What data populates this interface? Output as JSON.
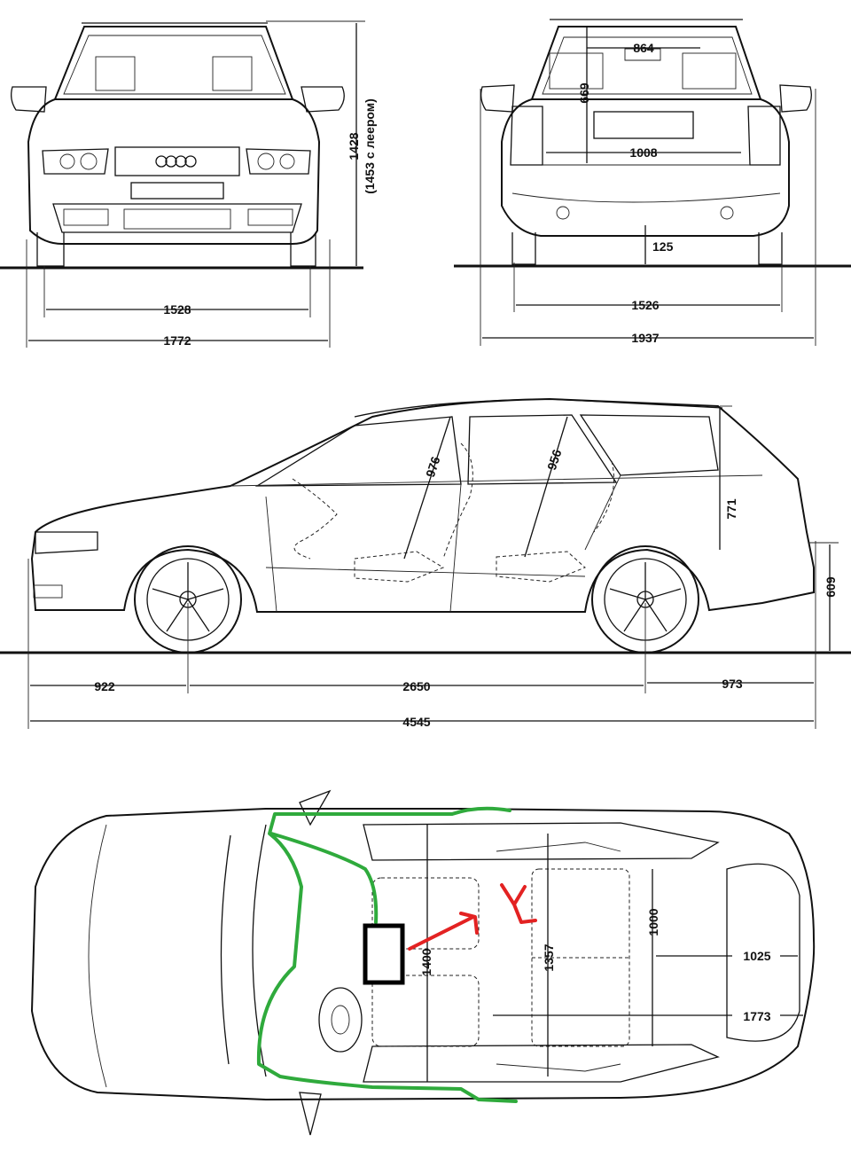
{
  "front_view": {
    "track_width": "1528",
    "overall_width": "1772",
    "height": "1428",
    "height_with_rails": "(1453 с леером)"
  },
  "rear_view": {
    "window_width": "864",
    "window_height": "669",
    "bumper_width": "1008",
    "ground_clearance": "125",
    "track_width": "1526",
    "width_with_mirrors": "1937"
  },
  "side_view": {
    "front_headroom": "976",
    "rear_headroom": "956",
    "cargo_height": "771",
    "load_sill_height": "609",
    "front_overhang": "922",
    "wheelbase": "2650",
    "rear_overhang": "973",
    "overall_length": "4545"
  },
  "top_view": {
    "interior_width_front": "1400",
    "interior_width_rear": "1357",
    "cargo_width_between_arches": "1000",
    "cargo_width": "1025",
    "cargo_length": "1773"
  },
  "annotations": {
    "green_outline_color": "#2faa3c",
    "red_markup_color": "#e32222",
    "marker_box_color": "#000000"
  }
}
